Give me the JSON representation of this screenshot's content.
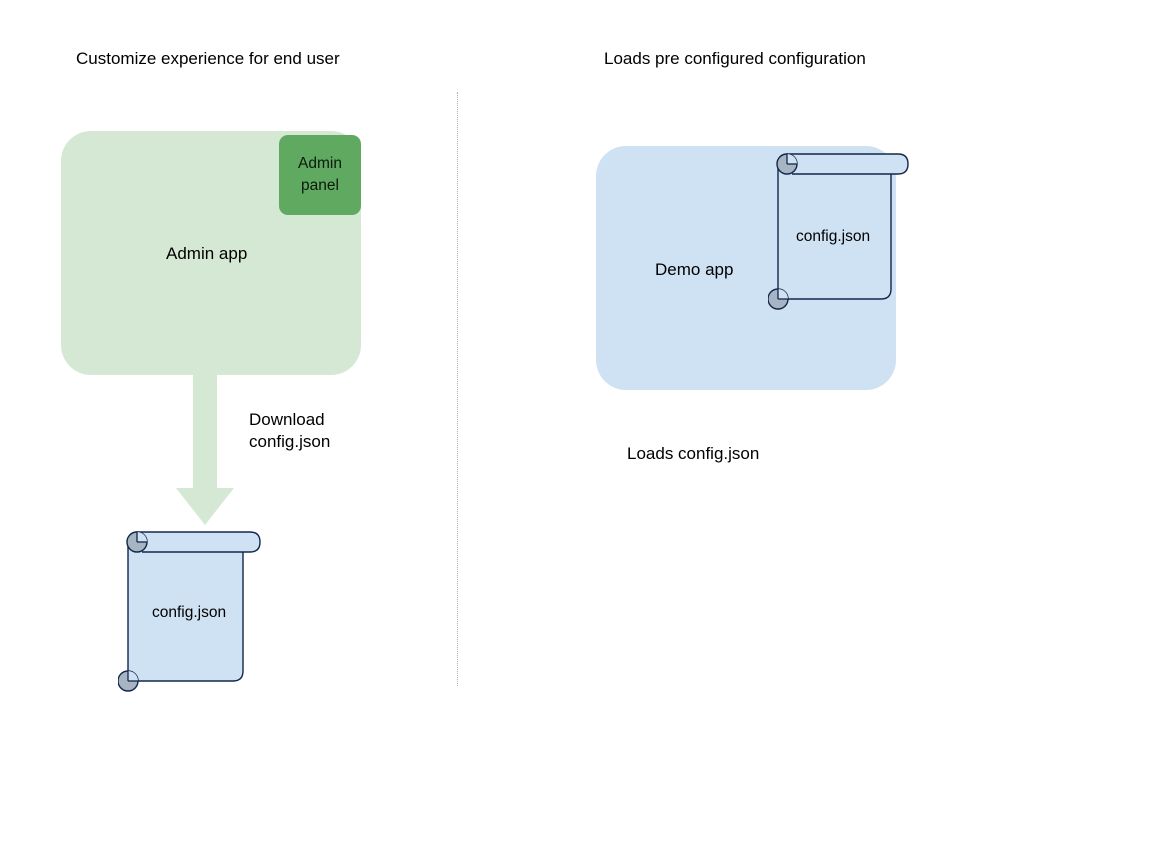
{
  "diagram": {
    "background_color": "#ffffff",
    "divider": {
      "name": "vertical-dotted-divider",
      "color": "#b0b0b0"
    },
    "left_section": {
      "title": "Customize experience for end user",
      "app_box": {
        "label": "Admin app",
        "fill_color": "#d5e8d4"
      },
      "panel": {
        "line1": "Admin",
        "line2": "panel",
        "fill_color": "#60a960"
      },
      "arrow": {
        "caption_line1": "Download",
        "caption_line2": "config.json",
        "fill_color": "#d5e8d4"
      },
      "document": {
        "label": "config.json",
        "fill_color": "#cfe2f3",
        "stroke_color": "#12274a",
        "curl_color": "#a6b4c4"
      }
    },
    "right_section": {
      "title": "Loads pre configured configuration",
      "app_box": {
        "label": "Demo app",
        "fill_color": "#cfe2f3"
      },
      "document": {
        "label": "config.json",
        "fill_color": "#cfe2f3",
        "stroke_color": "#12274a",
        "curl_color": "#a6b4c4"
      },
      "caption": "Loads config.json"
    }
  }
}
